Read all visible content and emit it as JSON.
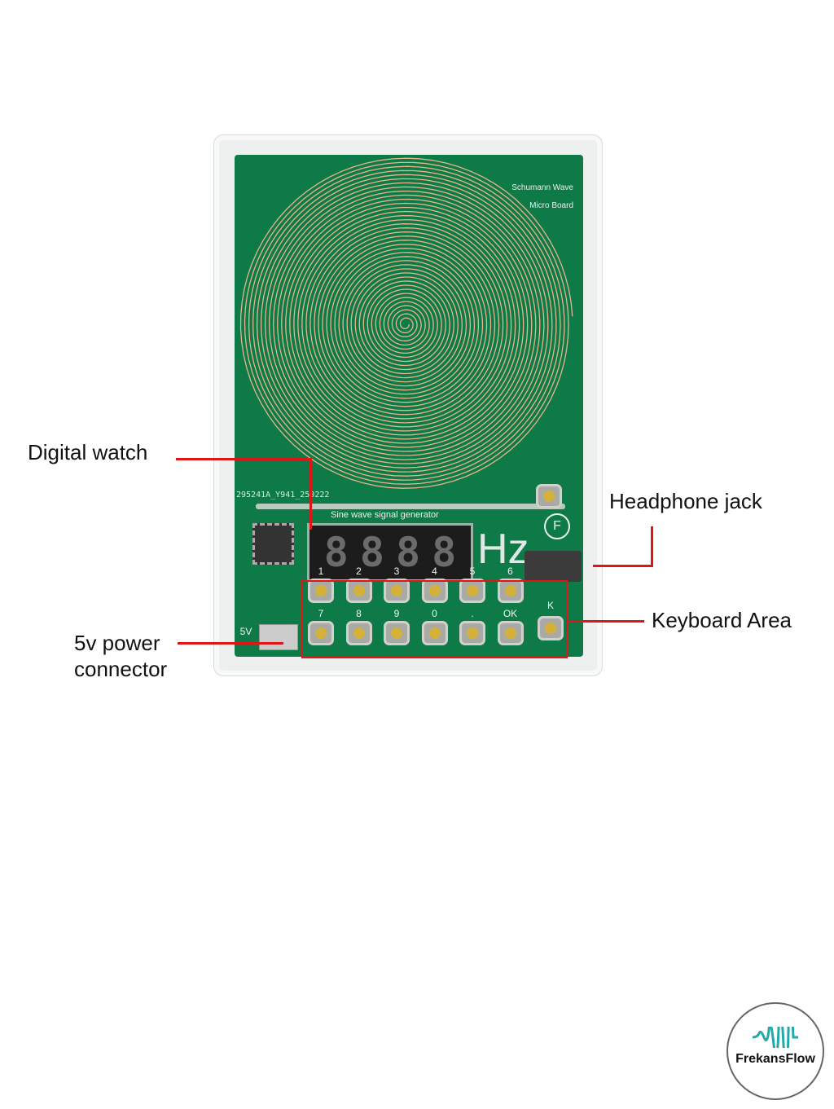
{
  "board": {
    "brand_line1": "Schumann Wave",
    "brand_line2": "Micro Board",
    "serial": "295241A_Y941_250222",
    "subtitle": "Sine wave signal generator",
    "display_digits": [
      "8",
      "8",
      "8",
      "8"
    ],
    "unit": "Hz",
    "power_label": "5V",
    "keys_row1": [
      "1",
      "2",
      "3",
      "4",
      "5",
      "6"
    ],
    "keys_row2": [
      "7",
      "8",
      "9",
      "0",
      ".",
      "OK"
    ],
    "extra_key": "K"
  },
  "callouts": {
    "digital_watch": "Digital watch",
    "headphone_jack": "Headphone jack",
    "keyboard_area": "Keyboard Area",
    "power_line1": "5v power",
    "power_line2": "connector"
  },
  "logo": {
    "name": "FrekansFlow"
  },
  "colors": {
    "pcb": "#0d7a48",
    "callout": "#e01515",
    "copper": "#e8b48a",
    "logo_wave": "#27a8a8"
  }
}
